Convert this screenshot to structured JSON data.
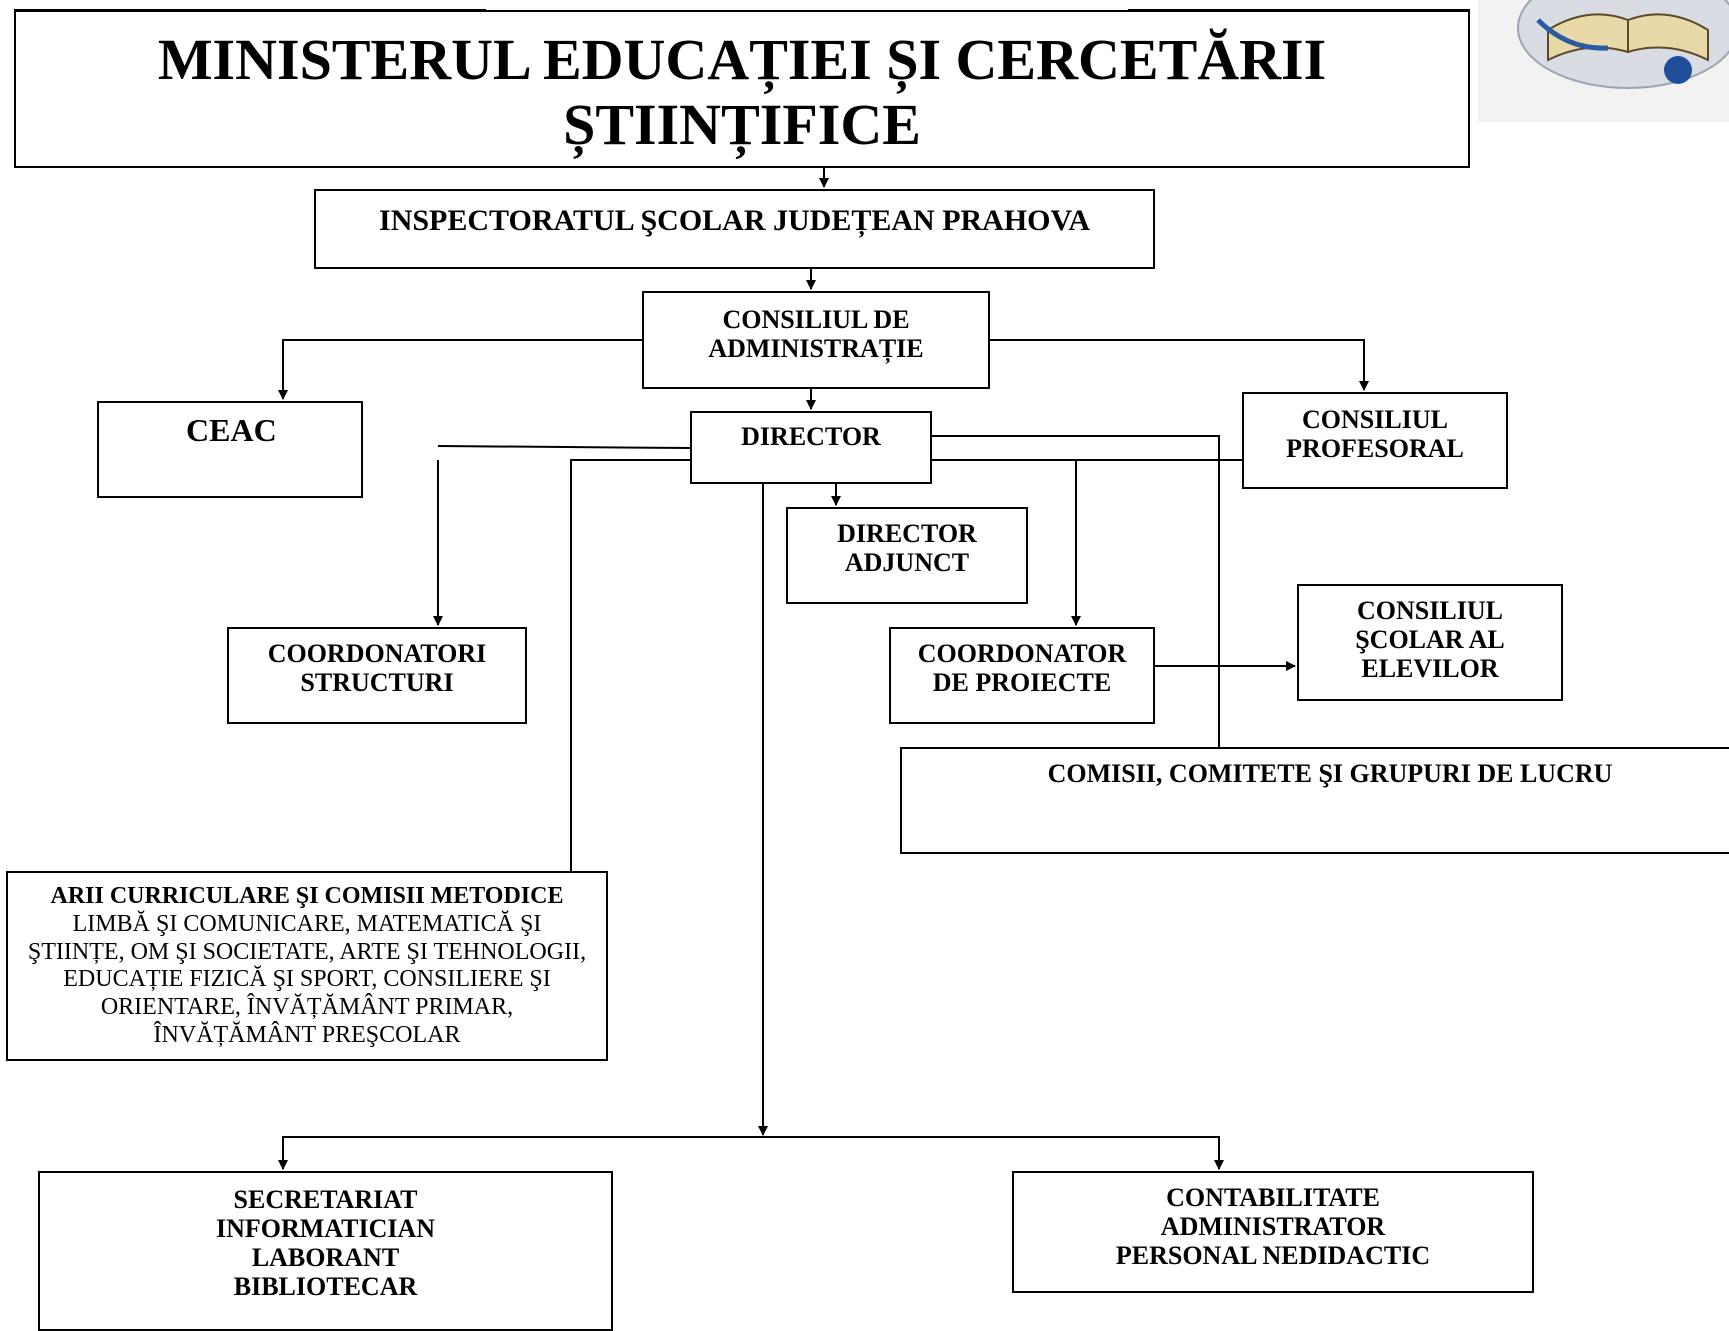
{
  "chart": {
    "ministry": [
      "MINISTERUL EDUCAȚIEI ȘI CERCETĂRII",
      "ȘTIINȚIFICE"
    ],
    "isj": "INSPECTORATUL ŞCOLAR JUDEȚEAN PRAHOVA",
    "consiliu_administratie": [
      "CONSILIUL DE",
      "ADMINISTRAȚIE"
    ],
    "ceac": "CEAC",
    "director": "DIRECTOR",
    "consiliu_profesoral": [
      "CONSILIUL",
      "PROFESORAL"
    ],
    "director_adjunct": [
      "DIRECTOR",
      "ADJUNCT"
    ],
    "coordonatori_structuri": [
      "COORDONATORI",
      "STRUCTURI"
    ],
    "coordonator_proiecte": [
      "COORDONATOR",
      "DE PROIECTE"
    ],
    "consiliu_elevi": [
      "CONSILIUL",
      "ŞCOLAR AL",
      "ELEVILOR"
    ],
    "comisii": "COMISII, COMITETE ŞI GRUPURI DE LUCRU",
    "arii": {
      "title": "ARII CURRICULARE ŞI COMISII METODICE",
      "lines": [
        "LIMBĂ ŞI COMUNICARE, MATEMATICĂ ŞI",
        "ŞTIINȚE, OM ŞI SOCIETATE, ARTE ŞI TEHNOLOGII,",
        "EDUCAȚIE FIZICĂ ŞI SPORT, CONSILIERE ŞI",
        "ORIENTARE, ÎNVĂȚĂMÂNT PRIMAR,",
        "ÎNVĂȚĂMÂNT PREŞCOLAR"
      ]
    },
    "secretariat": [
      "SECRETARIAT",
      "INFORMATICIAN",
      "LABORANT",
      "BIBLIOTECAR"
    ],
    "contabilitate": [
      "CONTABILITATE",
      "ADMINISTRATOR",
      "PERSONAL NEDIDACTIC"
    ]
  }
}
